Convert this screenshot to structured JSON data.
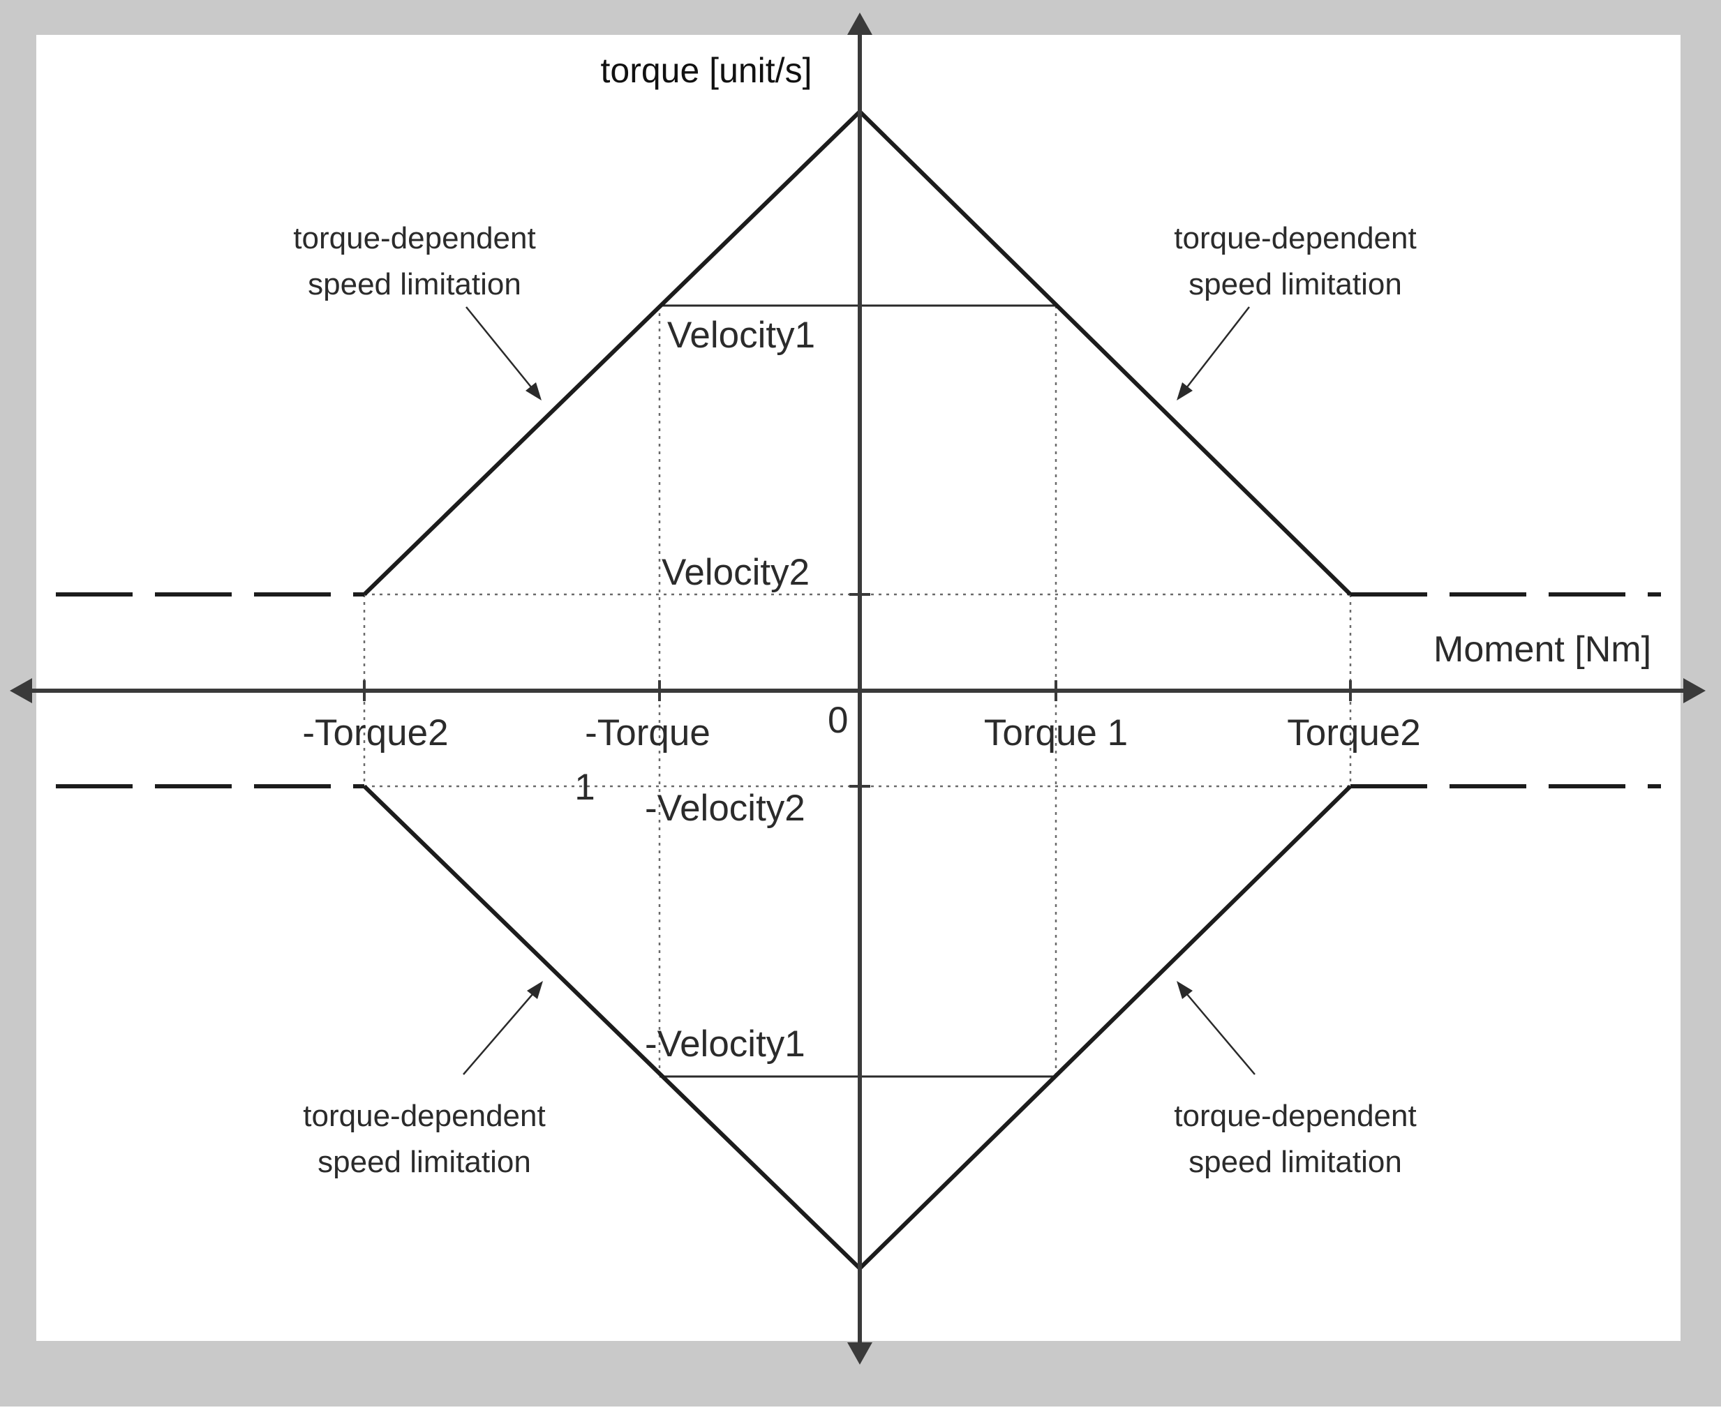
{
  "diagram": {
    "y_axis_label": "torque [unit/s]",
    "x_axis_label": "Moment [Nm]",
    "origin_label": "0",
    "x_ticks": {
      "neg_torque2": "-Torque2",
      "neg_torque1_line1": "-Torque",
      "neg_torque1_line2": "1",
      "torque1": "Torque 1",
      "torque2": "Torque2"
    },
    "y_levels": {
      "velocity1": "Velocity1",
      "velocity2": "Velocity2",
      "neg_velocity2": "-Velocity2",
      "neg_velocity1": "-Velocity1"
    },
    "annotations": {
      "top_left": {
        "line1": "torque-dependent",
        "line2": "speed limitation"
      },
      "top_right": {
        "line1": "torque-dependent",
        "line2": "speed limitation"
      },
      "bottom_left": {
        "line1": "torque-dependent",
        "line2": "speed limitation"
      },
      "bottom_right": {
        "line1": "torque-dependent",
        "line2": "speed limitation"
      }
    }
  }
}
